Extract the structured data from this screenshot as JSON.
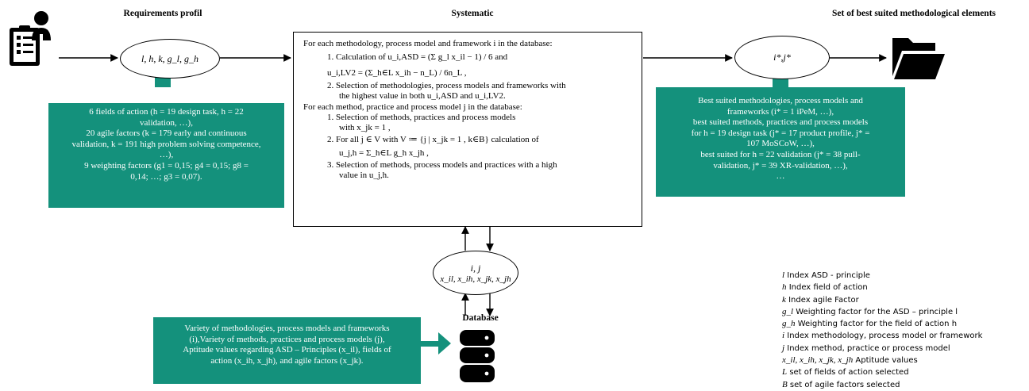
{
  "headings": {
    "requirements": "Requirements profil",
    "systematic": "Systematic",
    "best_set": "Set of best suited methodological elements",
    "database": "Database"
  },
  "ellipses": {
    "requirements": "l, h, k, g_l, g_h",
    "best": "i*,j*",
    "db_line1": "i, j",
    "db_line2": "x_il, x_ih, x_jk, x_jh"
  },
  "requirements_box": [
    "6 fields of action (h = 19 design task, h = 22",
    "validation, …),",
    "20 agile factors (k = 179 early and continuous",
    "validation, k = 191 high problem solving competence,",
    "…),",
    "9 weighting factors (g1 = 0,15; g4 = 0,15; g8 =",
    "0,14; …; g3 = 0,07)."
  ],
  "systematic_box": [
    "For each methodology, process model and framework i in the database:",
    "1. Calculation of u_i,ASD = (Σ g_l x_il − 1) / 6 and",
    "u_i,LV2 = (Σ_h∈L x_ih − n_L) / 6n_L ,",
    "2. Selection of methodologies, process models and frameworks with",
    "the highest value in both u_i,ASD and u_i,LV2.",
    "For each method, practice and process model j in the database:",
    "1. Selection of methods, practices and process models",
    "with x_jk = 1 ,",
    "2. For all j ∈ V with V ≔ {j | x_jk = 1 , k∈B} calculation of",
    "u_j,h = Σ_h∈L g_h x_jh ,",
    "3. Selection of methods, process models and practices with a high",
    "value in u_j,h."
  ],
  "best_box": [
    "Best suited methodologies, process models and",
    "frameworks (i* = 1  iPeM, …),",
    "best suited methods, practices and process models",
    "for h = 19 design task (j* = 17 product profile, j* =",
    "107 MoSCoW, …),",
    "best suited for h = 22 validation (j* = 38 pull-",
    "validation, j* = 39  XR-validation, …),",
    "…"
  ],
  "database_box": [
    "Variety of methodologies, process models and frameworks",
    "(i),Variety of methods, practices and process models (j),",
    "Aptitude values regarding ASD – Principles (x_il), fields of",
    "action (x_ih, x_jh), and agile factors (x_jk)."
  ],
  "legend": [
    {
      "sym": "l",
      "text": "Index ASD - principle"
    },
    {
      "sym": "h",
      "text": "Index field of action"
    },
    {
      "sym": "k",
      "text": "Index  agile Factor"
    },
    {
      "sym": "g_l",
      "text": "Weighting factor for the ASD – principle l"
    },
    {
      "sym": "g_h",
      "text": "Weighting factor for the field of action h"
    },
    {
      "sym": "i",
      "text": "Index methodology, process model or framework"
    },
    {
      "sym": "j",
      "text": "Index method, practice or process model"
    },
    {
      "sym": "x_il, x_ih, x_jk, x_jh",
      "text": "Aptitude values"
    },
    {
      "sym": "L",
      "text": "set of  fields of action selected"
    },
    {
      "sym": "B",
      "text": "set of  agile factors selected"
    }
  ],
  "colors": {
    "accent": "#14917c",
    "stroke": "#000000"
  },
  "icons": [
    "clipboard-person-icon",
    "open-folder-icon",
    "database-icon"
  ]
}
